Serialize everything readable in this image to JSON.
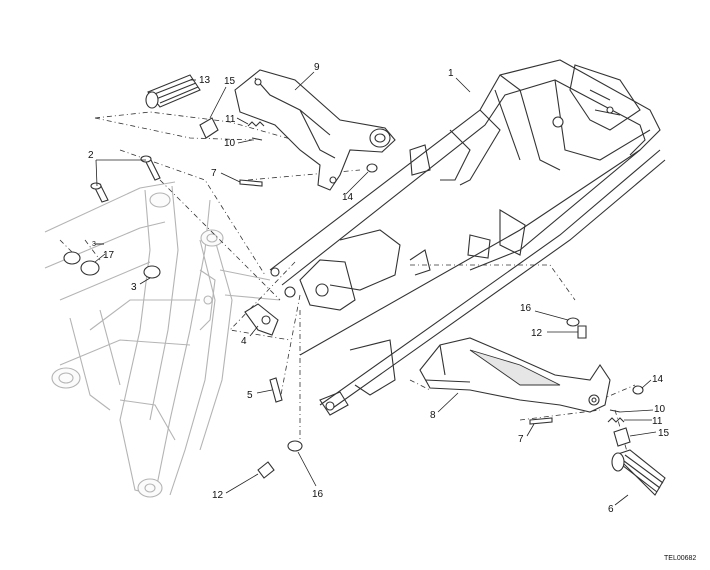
{
  "diagram": {
    "drawing_code": "TEL00682",
    "callouts": {
      "c1": "1",
      "c2": "2",
      "c3": "3",
      "c4": "4",
      "c5": "5",
      "c6": "6",
      "c7a": "7",
      "c7b": "7",
      "c8": "8",
      "c9": "9",
      "c10a": "10",
      "c10b": "10",
      "c11a": "11",
      "c11b": "11",
      "c12a": "12",
      "c12b": "12",
      "c13": "13",
      "c14a": "14",
      "c14b": "14",
      "c15a": "15",
      "c15b": "15",
      "c16a": "16",
      "c16b": "16",
      "c17": "17",
      "c3small": "3"
    }
  }
}
